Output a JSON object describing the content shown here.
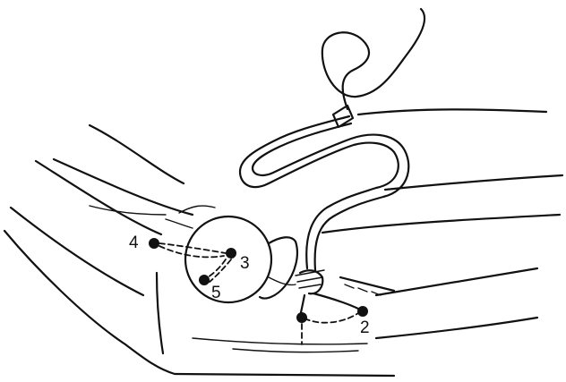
{
  "labels": {
    "p2": "2",
    "p3": "3",
    "p4": "4",
    "p5": "5"
  },
  "ink_color": "#111111",
  "background_color": "#ffffff"
}
